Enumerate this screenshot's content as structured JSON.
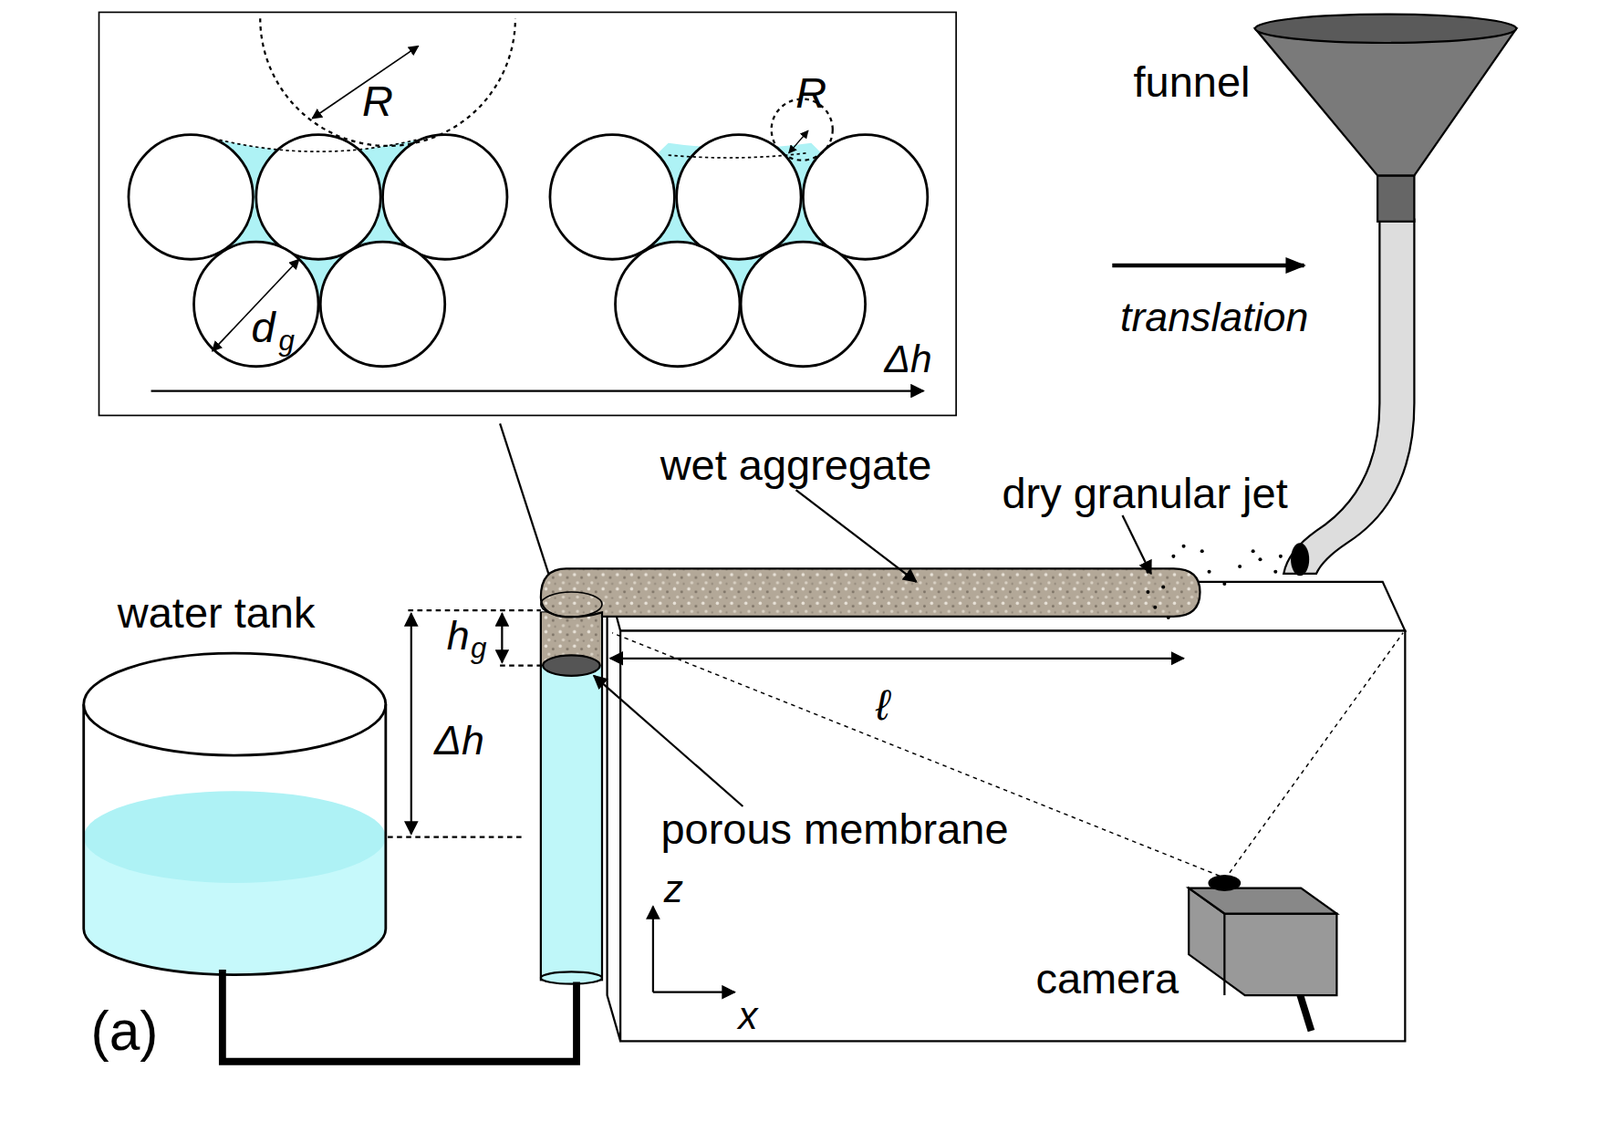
{
  "diagram": {
    "labels": [
      "R",
      "R",
      "d",
      "g",
      "Δh",
      "funnel",
      "translation",
      "wet aggregate",
      "dry granular jet",
      "water tank",
      "h",
      "g",
      "Δh",
      "ℓ",
      "porous membrane",
      "z",
      "x",
      "camera",
      "(a)"
    ]
  }
}
